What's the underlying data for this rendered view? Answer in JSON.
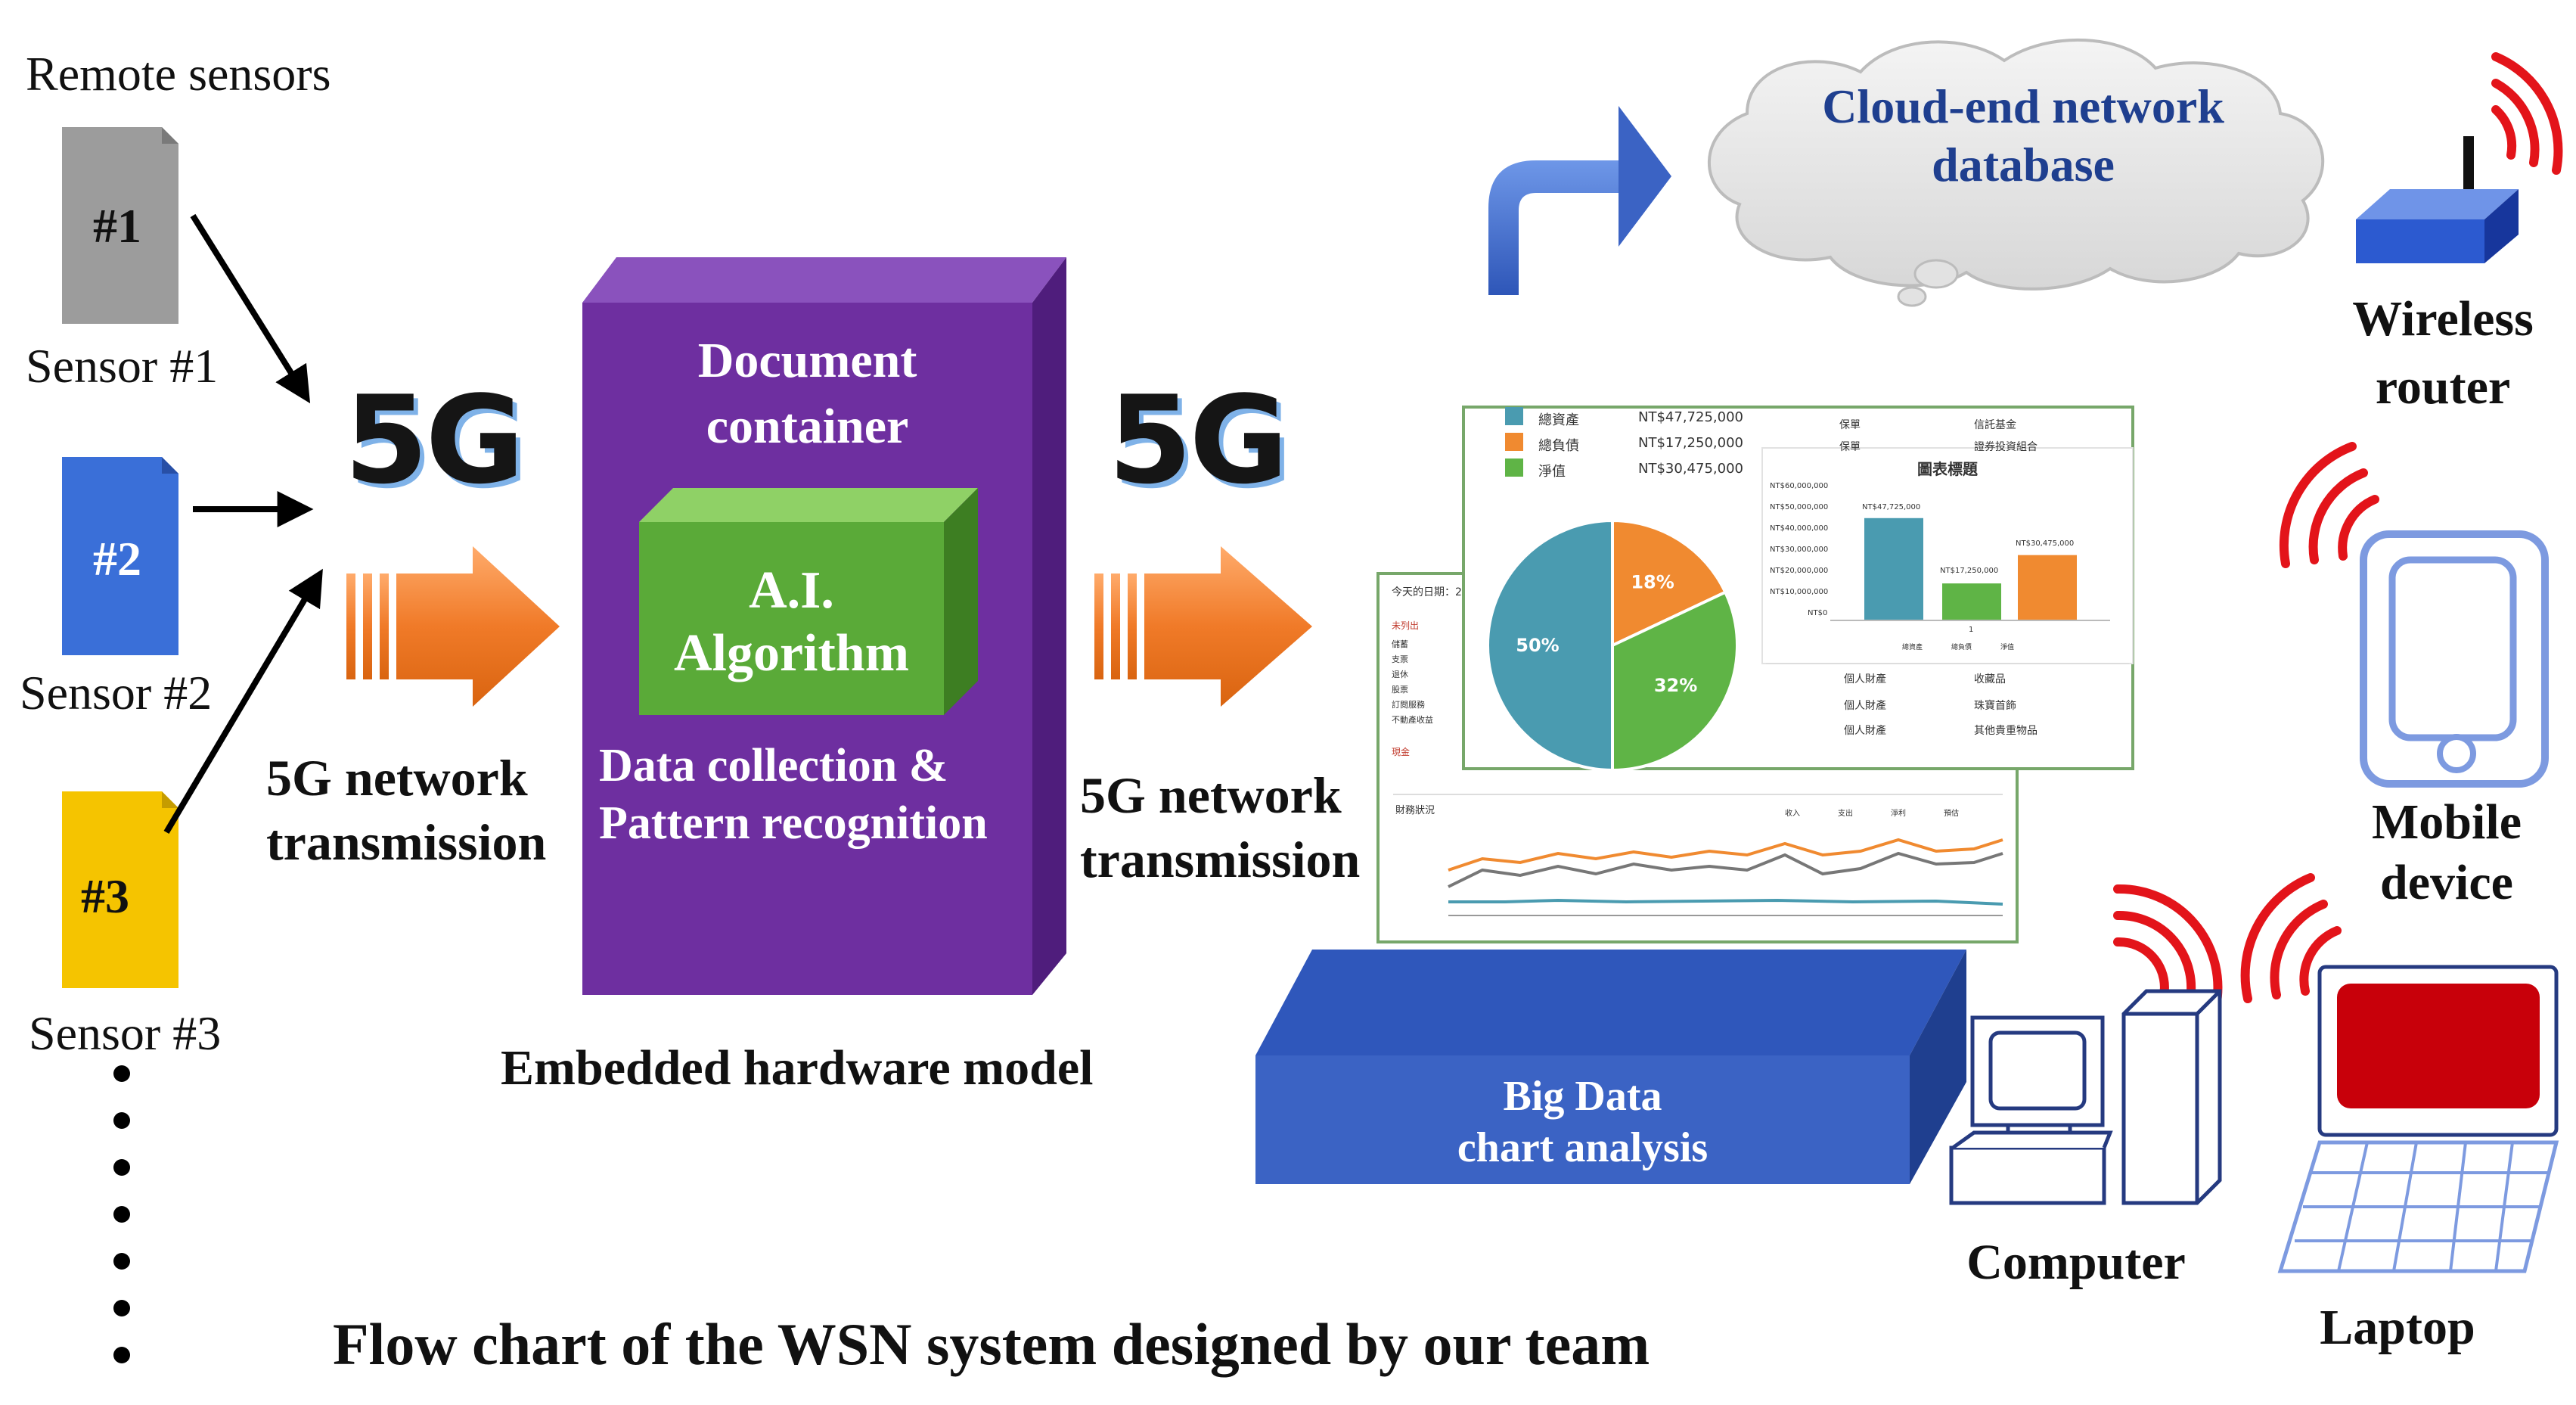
{
  "title": "Flow chart of the WSN system designed by our team",
  "remote_sensors": {
    "heading": "Remote sensors",
    "sensors": [
      {
        "badge": "#1",
        "caption": "Sensor #1",
        "color": "#9c9c9c"
      },
      {
        "badge": "#2",
        "caption": "Sensor #2",
        "color": "#3a6fd8"
      },
      {
        "badge": "#3",
        "caption": "Sensor #3",
        "color": "#f5c400"
      }
    ]
  },
  "transmission": {
    "left": {
      "badge": "5G",
      "line1": "5G network",
      "line2": "transmission"
    },
    "right": {
      "badge": "5G",
      "line1": "5G network",
      "line2": "transmission"
    }
  },
  "hardware": {
    "container_line1": "Document",
    "container_line2": "container",
    "ai_line1": "A.I.",
    "ai_line2": "Algorithm",
    "data_line1": "Data collection &",
    "data_line2": "Pattern recognition",
    "caption": "Embedded hardware model",
    "color": "#6e2fa0",
    "ai_color": "#5aaa38"
  },
  "cloud": {
    "line1": "Cloud-end network",
    "line2": "database",
    "text_color": "#1f3f8f"
  },
  "bigdata": {
    "line1": "Big Data",
    "line2": "chart analysis",
    "color": "#3b63c4"
  },
  "devices": {
    "router_line1": "Wireless",
    "router_line2": "router",
    "mobile_line1": "Mobile",
    "mobile_line2": "device",
    "computer": "Computer",
    "laptop": "Laptop"
  },
  "screenshot": {
    "legend": [
      {
        "label": "總資產",
        "value": "NT$47,725,000",
        "color": "#4a9bb0"
      },
      {
        "label": "總負債",
        "value": "NT$17,250,000",
        "color": "#f08a30"
      },
      {
        "label": "淨值",
        "value": "NT$30,475,000",
        "color": "#5fb446"
      }
    ],
    "chart_title": "圖表標題",
    "bar_labels": [
      "NT$47,725,000",
      "NT$17,250,000",
      "NT$30,475,000"
    ],
    "y_ticks": [
      "NT$60,000,000",
      "NT$50,000,000",
      "NT$40,000,000",
      "NT$30,000,000",
      "NT$20,000,000",
      "NT$10,000,000",
      "NT$0"
    ],
    "bar_x_tick": "1",
    "side_rows": [
      [
        "保單",
        "信託基金"
      ],
      [
        "保單",
        "證券投資組合"
      ],
      [
        "個人財產",
        "收藏品"
      ],
      [
        "個人財產",
        "珠寶首飾"
      ],
      [
        "個人財產",
        "其他貴重物品"
      ]
    ],
    "back_caption": "今天的日期：2",
    "back_heading": "財務狀況",
    "back_red1": "未列出",
    "back_red2": "現金",
    "back_rows": [
      "儲蓄",
      "支票",
      "退休",
      "股票",
      "訂閱服務",
      "不動產收益"
    ],
    "line_legend": [
      "收入",
      "支出",
      "淨利",
      "預估"
    ]
  },
  "chart_data": [
    {
      "type": "pie",
      "categories": [
        "總資產",
        "總負債",
        "淨值"
      ],
      "values": [
        50,
        18,
        32
      ],
      "value_labels": [
        "50%",
        "18%",
        "32%"
      ],
      "colors": [
        "#4a9bb0",
        "#f08a30",
        "#5fb446"
      ]
    },
    {
      "type": "bar",
      "title": "圖表標題",
      "categories": [
        "總資產",
        "總負債",
        "淨值"
      ],
      "values": [
        47725000,
        17250000,
        30475000
      ],
      "ylim": [
        0,
        60000000
      ],
      "colors": [
        "#4a9bb0",
        "#5fb446",
        "#f08a30"
      ],
      "legend": "bottom"
    }
  ]
}
